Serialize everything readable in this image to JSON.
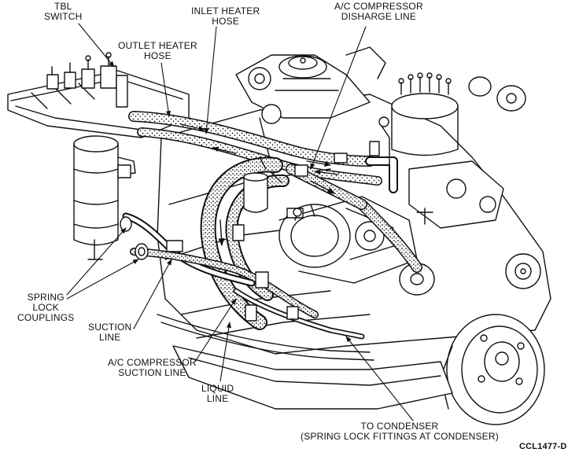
{
  "labels": {
    "tbl_switch": [
      "TBL",
      "SWITCH"
    ],
    "inlet_heater_hose": [
      "INLET HEATER",
      "HOSE"
    ],
    "ac_discharge_line": [
      "A/C COMPRESSOR",
      "DISHARGE LINE"
    ],
    "outlet_heater_hose": [
      "OUTLET HEATER",
      "HOSE"
    ],
    "spring_lock_couplings": [
      "SPRING",
      "LOCK",
      "COUPLINGS"
    ],
    "suction_line": [
      "SUCTION",
      "LINE"
    ],
    "ac_suction_line": [
      "A/C COMPRESSOR",
      "SUCTION LINE"
    ],
    "liquid_line": [
      "LIQUID",
      "LINE"
    ],
    "to_condenser": [
      "TO CONDENSER",
      "(SPRING LOCK FITTINGS AT CONDENSER)"
    ]
  },
  "figure_code": "CCL1477-D",
  "colors": {
    "ink": "#111111",
    "paper": "#ffffff"
  }
}
